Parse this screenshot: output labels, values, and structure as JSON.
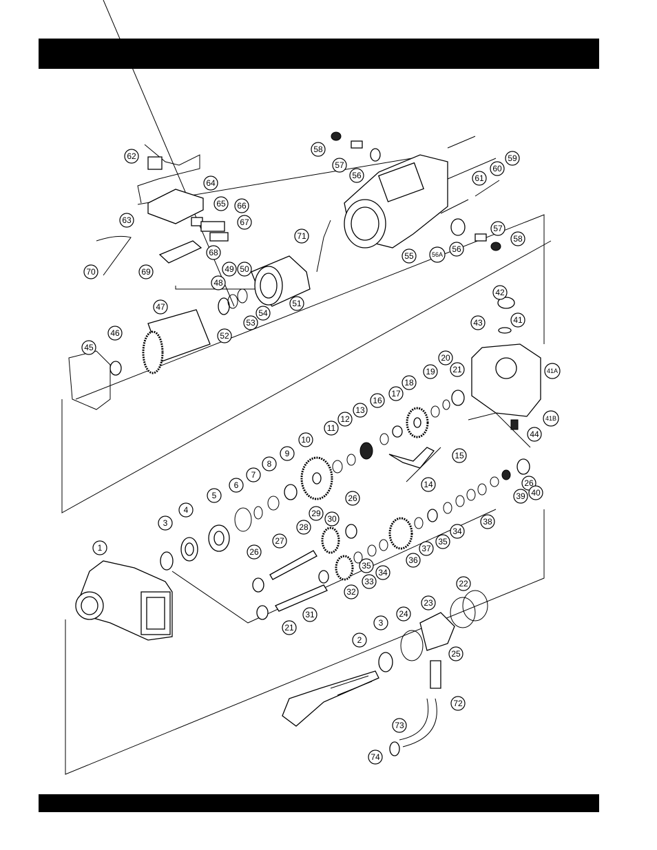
{
  "parts": [
    {
      "label": "1"
    },
    {
      "label": "2"
    },
    {
      "label": "3"
    },
    {
      "label": "3"
    },
    {
      "label": "4"
    },
    {
      "label": "5"
    },
    {
      "label": "6"
    },
    {
      "label": "7"
    },
    {
      "label": "8"
    },
    {
      "label": "9"
    },
    {
      "label": "10"
    },
    {
      "label": "11"
    },
    {
      "label": "12"
    },
    {
      "label": "13"
    },
    {
      "label": "14"
    },
    {
      "label": "15"
    },
    {
      "label": "16"
    },
    {
      "label": "17"
    },
    {
      "label": "18"
    },
    {
      "label": "19"
    },
    {
      "label": "20"
    },
    {
      "label": "21"
    },
    {
      "label": "21"
    },
    {
      "label": "22"
    },
    {
      "label": "23"
    },
    {
      "label": "24"
    },
    {
      "label": "25"
    },
    {
      "label": "26"
    },
    {
      "label": "26"
    },
    {
      "label": "26"
    },
    {
      "label": "27"
    },
    {
      "label": "28"
    },
    {
      "label": "29"
    },
    {
      "label": "30"
    },
    {
      "label": "31"
    },
    {
      "label": "32"
    },
    {
      "label": "33"
    },
    {
      "label": "34"
    },
    {
      "label": "34"
    },
    {
      "label": "35"
    },
    {
      "label": "35"
    },
    {
      "label": "36"
    },
    {
      "label": "37"
    },
    {
      "label": "38"
    },
    {
      "label": "39"
    },
    {
      "label": "40"
    },
    {
      "label": "41"
    },
    {
      "label": "41A"
    },
    {
      "label": "41B"
    },
    {
      "label": "42"
    },
    {
      "label": "43"
    },
    {
      "label": "44"
    },
    {
      "label": "45"
    },
    {
      "label": "46"
    },
    {
      "label": "47"
    },
    {
      "label": "48"
    },
    {
      "label": "49"
    },
    {
      "label": "50"
    },
    {
      "label": "51"
    },
    {
      "label": "52"
    },
    {
      "label": "53"
    },
    {
      "label": "54"
    },
    {
      "label": "55"
    },
    {
      "label": "56"
    },
    {
      "label": "56"
    },
    {
      "label": "56A"
    },
    {
      "label": "57"
    },
    {
      "label": "57"
    },
    {
      "label": "58"
    },
    {
      "label": "58"
    },
    {
      "label": "59"
    },
    {
      "label": "60"
    },
    {
      "label": "61"
    },
    {
      "label": "62"
    },
    {
      "label": "63"
    },
    {
      "label": "64"
    },
    {
      "label": "65"
    },
    {
      "label": "66"
    },
    {
      "label": "67"
    },
    {
      "label": "68"
    },
    {
      "label": "69"
    },
    {
      "label": "70"
    },
    {
      "label": "71"
    },
    {
      "label": "72"
    },
    {
      "label": "73"
    },
    {
      "label": "74"
    }
  ]
}
